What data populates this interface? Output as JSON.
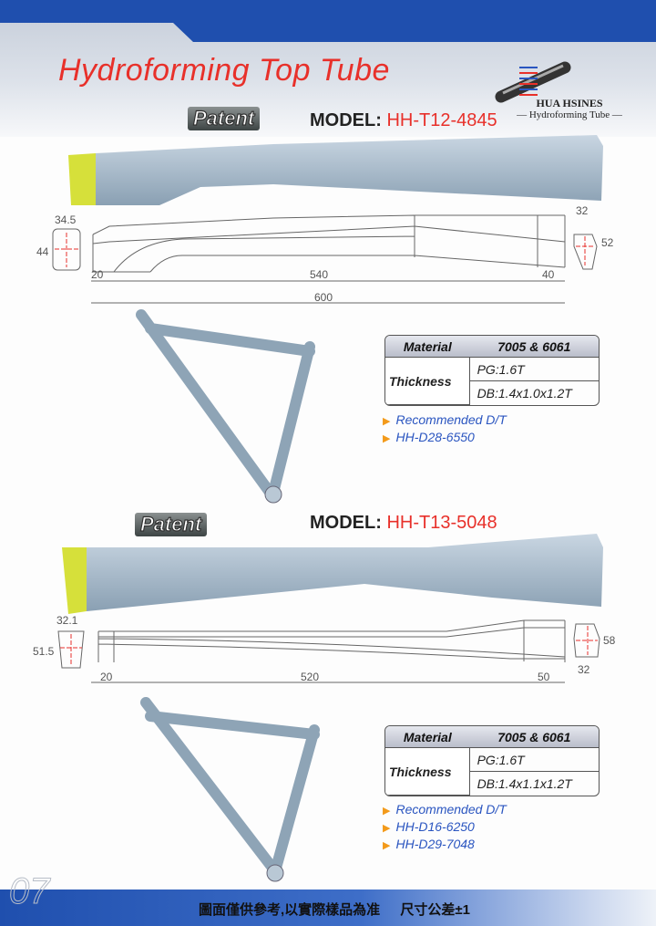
{
  "header": {
    "title": "Hydroforming Top Tube",
    "brand": "HUA HSINES",
    "brand_sub": "— Hydroforming Tube —"
  },
  "products": [
    {
      "badge": "Patent",
      "model_label": "MODEL:",
      "model": "HH-T12-4845",
      "dims": {
        "end_w": "34.5",
        "end_h": "44",
        "front_w": "32",
        "front_h": "52",
        "seg1": "20",
        "seg2": "540",
        "seg3": "40",
        "total": "600"
      },
      "spec": {
        "material_label": "Material",
        "material": "7005 & 6061",
        "thickness_label": "Thickness",
        "pg": "PG:1.6T",
        "db": "DB:1.4x1.0x1.2T"
      },
      "recommended": [
        "Recommended D/T",
        "HH-D28-6550"
      ]
    },
    {
      "badge": "Patent",
      "model_label": "MODEL:",
      "model": "HH-T13-5048",
      "dims": {
        "end_w": "32.1",
        "end_h": "51.5",
        "front_w": "32",
        "front_h": "58",
        "seg1": "20",
        "seg2": "520",
        "seg3": "50"
      },
      "spec": {
        "material_label": "Material",
        "material": "7005 & 6061",
        "thickness_label": "Thickness",
        "pg": "PG:1.6T",
        "db": "DB:1.4x1.1x1.2T"
      },
      "recommended": [
        "Recommended D/T",
        "HH-D16-6250",
        "HH-D29-7048"
      ]
    }
  ],
  "footer": {
    "page": "07",
    "note": "圖面僅供參考,以實際樣品為准 尺寸公差±1"
  },
  "colors": {
    "accent": "#e8302a",
    "blue": "#1f4fae",
    "tube": "#9fb4c6",
    "tip": "#d6e03a"
  }
}
